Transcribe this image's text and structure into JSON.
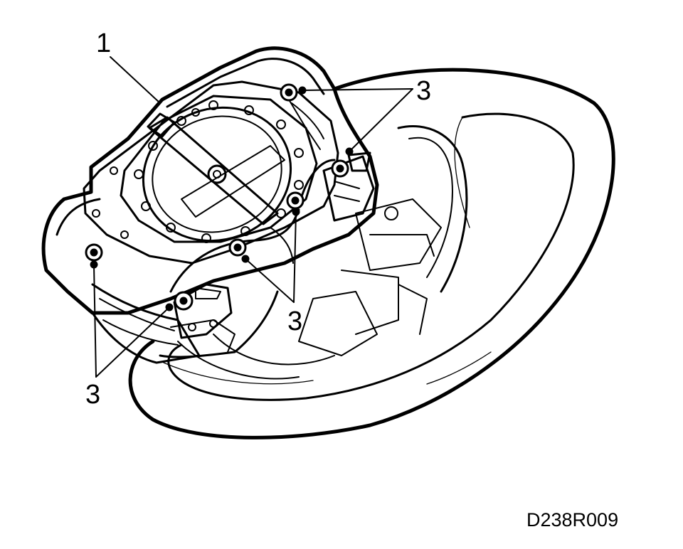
{
  "figure": {
    "code": "D238R009",
    "callouts": {
      "part_1": "1",
      "part_3_top_right": "3",
      "part_3_center": "3",
      "part_3_left": "3"
    }
  },
  "colors": {
    "line": "#000000",
    "background": "#ffffff"
  }
}
